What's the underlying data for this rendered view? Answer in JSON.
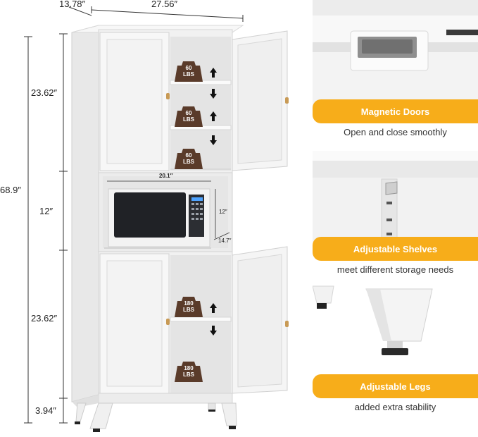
{
  "dimensions": {
    "depth": "13.78″",
    "width": "27.56″",
    "total_height": "68.9″",
    "upper_height": "23.62″",
    "middle_height": "12″",
    "lower_height": "23.62″",
    "leg_height": "3.94″",
    "microwave_width": "20.1″",
    "microwave_height": "12″",
    "microwave_depth": "14.7″"
  },
  "shelf_loads": {
    "upper": [
      {
        "value": "60",
        "unit": "LBS"
      },
      {
        "value": "60",
        "unit": "LBS"
      },
      {
        "value": "60",
        "unit": "LBS"
      }
    ],
    "lower": [
      {
        "value": "180",
        "unit": "LBS"
      },
      {
        "value": "180",
        "unit": "LBS"
      }
    ]
  },
  "features": [
    {
      "title": "Magnetic Doors",
      "caption": "Open and close smoothly"
    },
    {
      "title": "Adjustable Shelves",
      "caption": "meet different storage needs"
    },
    {
      "title": "Adjustable Legs",
      "caption": "added extra stability"
    }
  ],
  "colors": {
    "accent": "#f7ad1a",
    "cabinet": "#f4f4f4",
    "knob": "#c89a55",
    "weight": "#5a3b2a"
  }
}
